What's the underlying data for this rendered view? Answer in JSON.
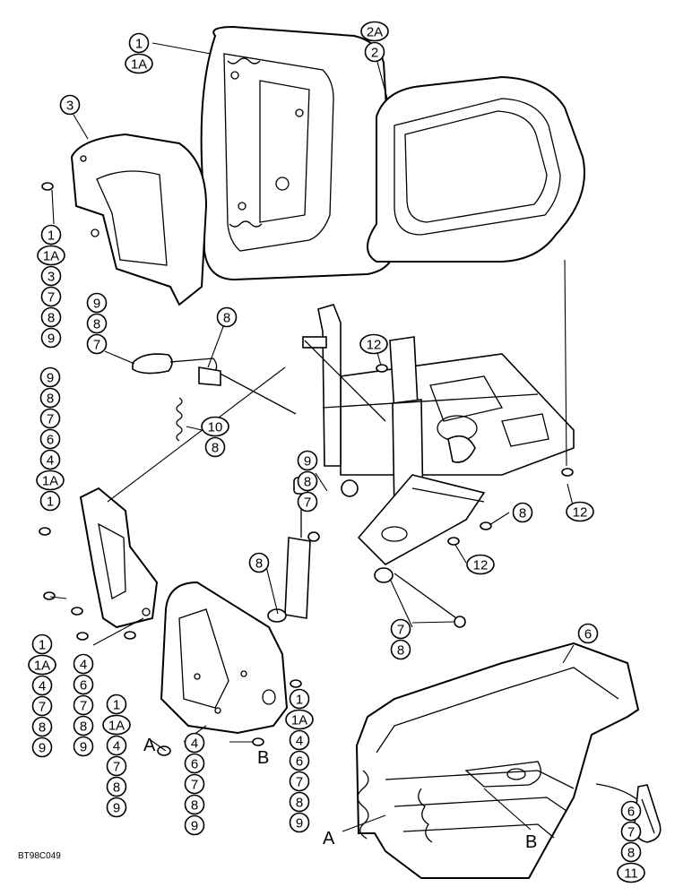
{
  "figure_code": "BT98C049",
  "letters": {
    "a_left": "A",
    "b_left": "B",
    "a_right": "A",
    "b_right": "B"
  },
  "callouts": {
    "backrest": [
      "1",
      "1A"
    ],
    "cushion": [
      "2A",
      "2"
    ],
    "rear_cover": [
      "3"
    ],
    "rear_cover_screw": [
      "1",
      "1A",
      "3",
      "7",
      "8",
      "9"
    ],
    "lever_stack": [
      "9",
      "8",
      "7"
    ],
    "lever_rod": [
      "8"
    ],
    "spring": [
      "10",
      "8"
    ],
    "left_stack": [
      "9",
      "8",
      "7",
      "6",
      "4",
      "1A",
      "1"
    ],
    "top_bolt": [
      "12"
    ],
    "shock_top": [
      "9",
      "8",
      "7"
    ],
    "suspension_washer": [
      "8"
    ],
    "suspension_nut": [
      "12"
    ],
    "cushion_nut": [
      "12"
    ],
    "shock_bottom": [
      "8"
    ],
    "pivot_pin": [
      "7",
      "8"
    ],
    "bellows": [
      "6"
    ],
    "col_a": [
      "1",
      "1A",
      "4",
      "7",
      "8",
      "9"
    ],
    "col_b": [
      "4",
      "6",
      "7",
      "8",
      "9"
    ],
    "col_c": [
      "1",
      "1A",
      "4",
      "7",
      "8",
      "9"
    ],
    "col_d": [
      "4",
      "6",
      "7",
      "8",
      "9"
    ],
    "col_e": [
      "1",
      "1A",
      "4",
      "6",
      "7",
      "8",
      "9"
    ],
    "strap": [
      "6",
      "7",
      "8",
      "11"
    ]
  }
}
